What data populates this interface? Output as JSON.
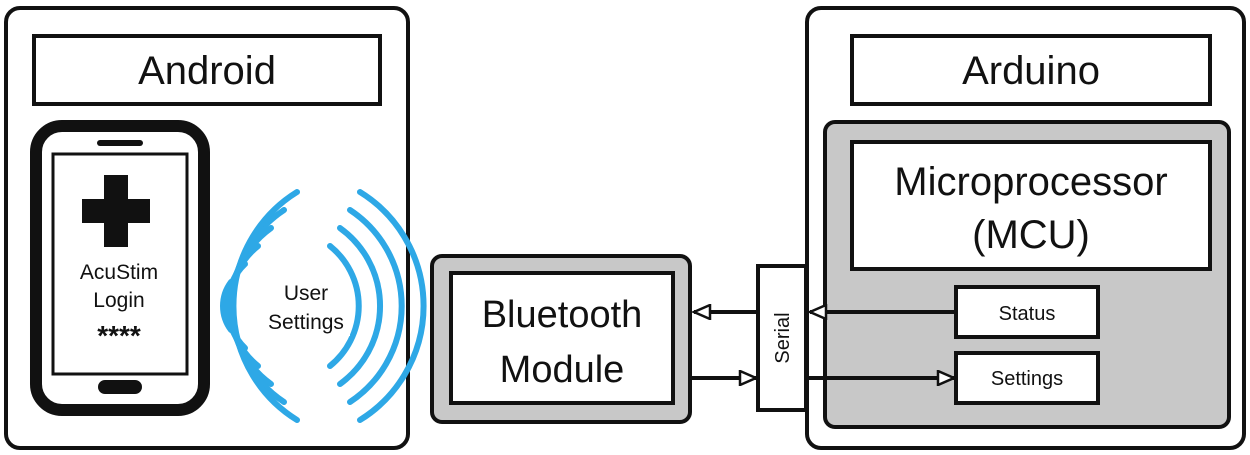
{
  "colors": {
    "stroke": "#111111",
    "panel_fill": "#ffffff",
    "module_fill": "#c8c8c8",
    "wave": "#2ea8e6",
    "phone": "#111111"
  },
  "android": {
    "title": "Android",
    "phone": {
      "icon": "medical-cross-icon",
      "app_name": "AcuStim",
      "login_label": "Login",
      "password_mask": "****"
    },
    "signal": {
      "icon": "wireless-signal-icon",
      "label_line1": "User",
      "label_line2": "Settings"
    }
  },
  "bluetooth": {
    "label_line1": "Bluetooth",
    "label_line2": "Module"
  },
  "serial": {
    "label": "Serial"
  },
  "arduino": {
    "title": "Arduino",
    "mcu": {
      "label_line1": "Microprocessor",
      "label_line2": "(MCU)"
    },
    "status_label": "Status",
    "settings_label": "Settings"
  }
}
